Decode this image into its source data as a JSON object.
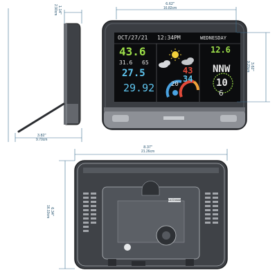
{
  "colors": {
    "dimension_line": "#3a6f8f",
    "bezel": "#3c3f44",
    "screen": "#0b0c0e",
    "outdoor_temp": "#e8e03a",
    "indoor_temp": "#5fc6f0",
    "wind": "#9ee04a",
    "feels_like": "#d9e36b",
    "accent_red": "#e24a3a"
  },
  "dimensions": {
    "depth_top": {
      "inches": "1.14\"",
      "cm": "2.90cm"
    },
    "width_front": {
      "inches": "6.62\"",
      "cm": "16.82cm"
    },
    "height_front": {
      "inches": "3.62\"",
      "cm": "9.20cm"
    },
    "stand_depth": {
      "inches": "3.82\"",
      "cm": "9.70cm"
    },
    "width_back": {
      "inches": "8.37\"",
      "cm": "21.26cm"
    },
    "height_back": {
      "inches": "6.34\"",
      "cm": "16.10cm"
    }
  },
  "lcd": {
    "date": "OCT/27/21",
    "time": "12:34PM",
    "day": "WEDNESDAY",
    "outdoor_temp": "43.6",
    "high": "31.6",
    "low": "65",
    "indoor_temp": "27.5",
    "pressure": "29.92",
    "wind_speed": "12.6",
    "wind_dir": "NNW",
    "feels_like": "10",
    "gust": "6",
    "temp_a": "43",
    "temp_b": "34",
    "small_temp": "20"
  },
  "back": {
    "label_brand": "La Crosse"
  }
}
